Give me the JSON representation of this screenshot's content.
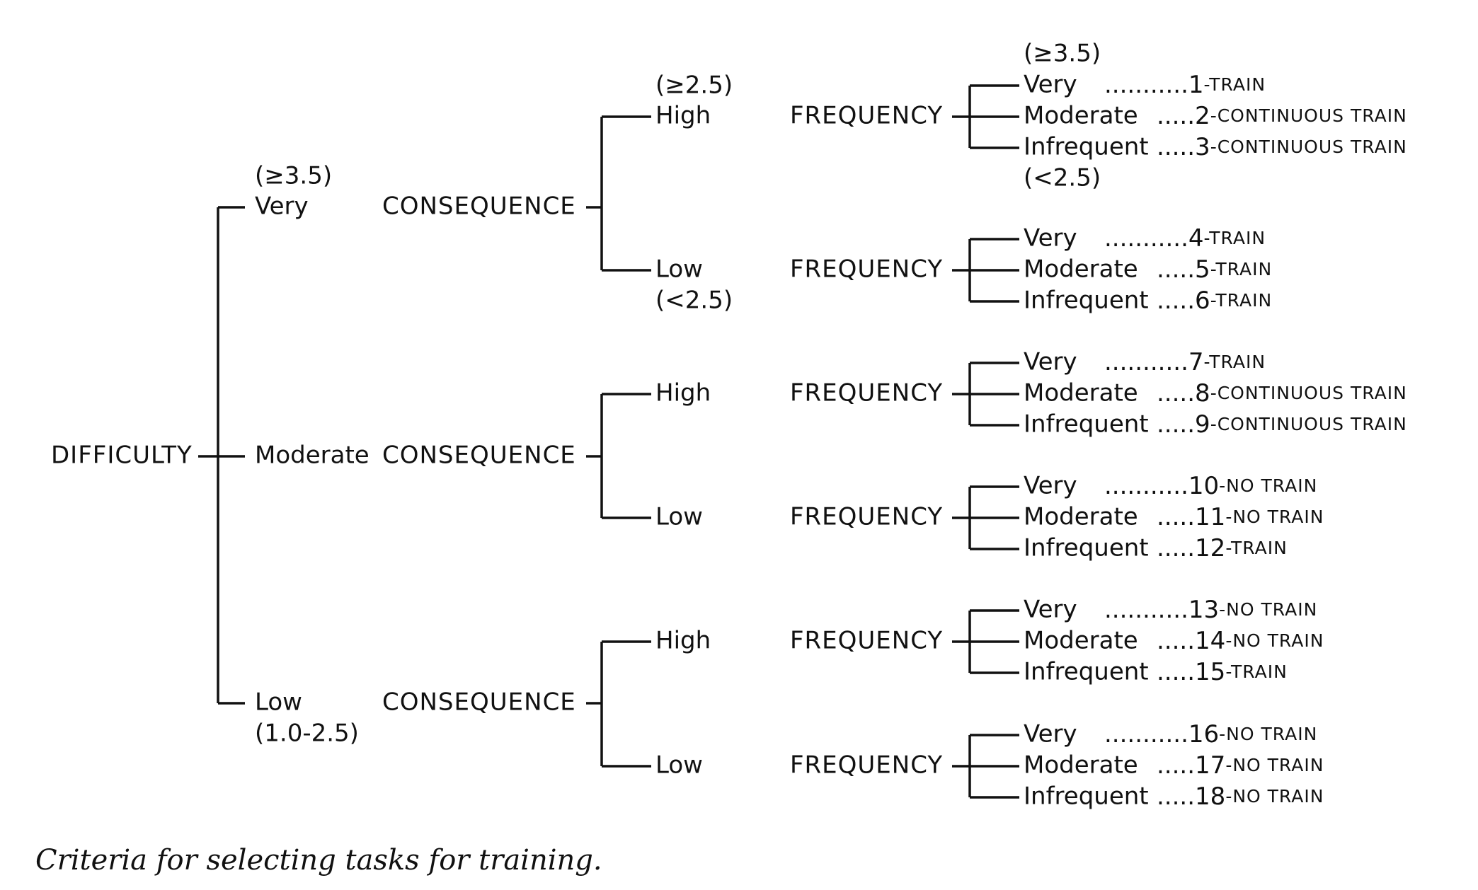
{
  "root_label": "DIFFICULTY",
  "consequence_label": "CONSEQUENCE",
  "frequency_label": "FREQUENCY",
  "difficulty_levels": [
    {
      "label": "Very",
      "range": "(≥3.5)"
    },
    {
      "label": "Moderate",
      "range": ""
    },
    {
      "label": "Low",
      "range": "(1.0-2.5)"
    }
  ],
  "consequence_levels": [
    {
      "label": "High",
      "range": "(≥2.5)"
    },
    {
      "label": "Low",
      "range": "(<2.5)"
    }
  ],
  "frequency_levels": [
    {
      "label": "Very",
      "dots": "...........",
      "range": "(≥3.5)"
    },
    {
      "label": "Moderate",
      "dots": ".....",
      "range": ""
    },
    {
      "label": "Infrequent",
      "dots": ".....",
      "range": "(<2.5)"
    }
  ],
  "outcomes": [
    {
      "num": "1",
      "action": "-TRAIN"
    },
    {
      "num": "2",
      "action": "-CONTINUOUS TRAIN"
    },
    {
      "num": "3",
      "action": "-CONTINUOUS TRAIN"
    },
    {
      "num": "4",
      "action": "-TRAIN"
    },
    {
      "num": "5",
      "action": "-TRAIN"
    },
    {
      "num": "6",
      "action": "-TRAIN"
    },
    {
      "num": "7",
      "action": "-TRAIN"
    },
    {
      "num": "8",
      "action": "-CONTINUOUS TRAIN"
    },
    {
      "num": "9",
      "action": "-CONTINUOUS TRAIN"
    },
    {
      "num": "10",
      "action": "-NO TRAIN"
    },
    {
      "num": "11",
      "action": "-NO TRAIN"
    },
    {
      "num": "12",
      "action": "-TRAIN"
    },
    {
      "num": "13",
      "action": "-NO TRAIN"
    },
    {
      "num": "14",
      "action": "-NO TRAIN"
    },
    {
      "num": "15",
      "action": "-TRAIN"
    },
    {
      "num": "16",
      "action": "-NO TRAIN"
    },
    {
      "num": "17",
      "action": "-NO TRAIN"
    },
    {
      "num": "18",
      "action": "-NO TRAIN"
    }
  ],
  "caption": "Criteria for selecting tasks for training."
}
